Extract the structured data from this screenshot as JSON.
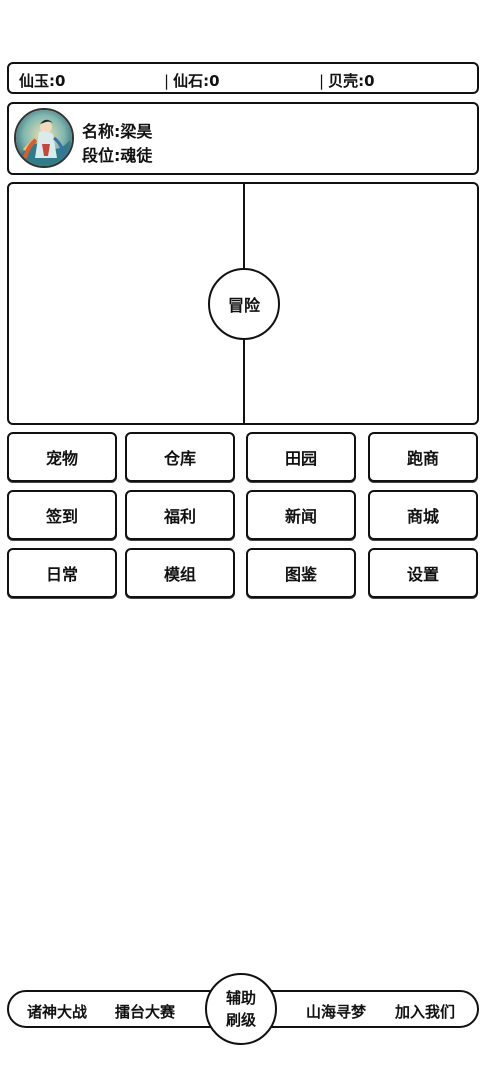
{
  "currency": {
    "jade_label": "仙玉:",
    "jade_value": "0",
    "stone_label": "仙石:",
    "stone_value": "0",
    "shell_label": "贝壳:",
    "shell_value": "0",
    "separator": "|"
  },
  "profile": {
    "name_label": "名称:",
    "name_value": "梁昊",
    "rank_label": "段位:",
    "rank_value": "魂徒"
  },
  "adventure": {
    "label": "冒险"
  },
  "menu": [
    [
      "宠物",
      "仓库",
      "田园",
      "跑商"
    ],
    [
      "签到",
      "福利",
      "新闻",
      "商城"
    ],
    [
      "日常",
      "模组",
      "图鉴",
      "设置"
    ]
  ],
  "bottom_nav": {
    "left": [
      "诸神大战",
      "擂台大赛"
    ],
    "center_line1": "辅助",
    "center_line2": "刷级",
    "right": [
      "山海寻梦",
      "加入我们"
    ]
  }
}
